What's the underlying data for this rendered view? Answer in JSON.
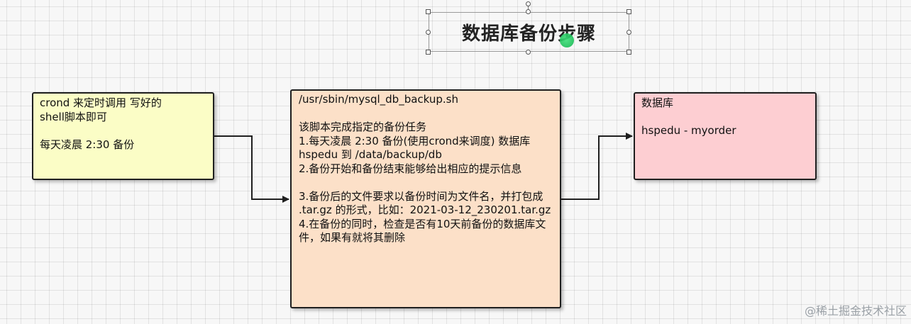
{
  "title": "数据库备份步骤",
  "left_box": {
    "lines": [
      "crond 来定时调用 写好的",
      "shell脚本即可",
      "",
      "每天凌晨 2:30 备份"
    ]
  },
  "middle_box": {
    "lines": [
      "/usr/sbin/mysql_db_backup.sh",
      "",
      "该脚本完成指定的备份任务",
      "1.每天凌晨 2:30 备份(使用crond来调度) 数据库 hspedu 到 /data/backup/db",
      "2.备份开始和备份结束能够给出相应的提示信息",
      "",
      "3.备份后的文件要求以备份时间为文件名，并打包成 .tar.gz 的形式，比如：2021-03-12_230201.tar.gz",
      "4.在备份的同时，检查是否有10天前备份的数据库文件，如果有就将其删除"
    ]
  },
  "right_box": {
    "lines": [
      "数据库",
      "",
      "hspedu - myorder"
    ]
  },
  "colors": {
    "left_fill": "#fbfdc6",
    "middle_fill": "#fce0c8",
    "right_fill": "#fdced2",
    "border": "#1f1f1f",
    "cursor": "#22c55e"
  },
  "watermark": "@稀土掘金技术社区"
}
